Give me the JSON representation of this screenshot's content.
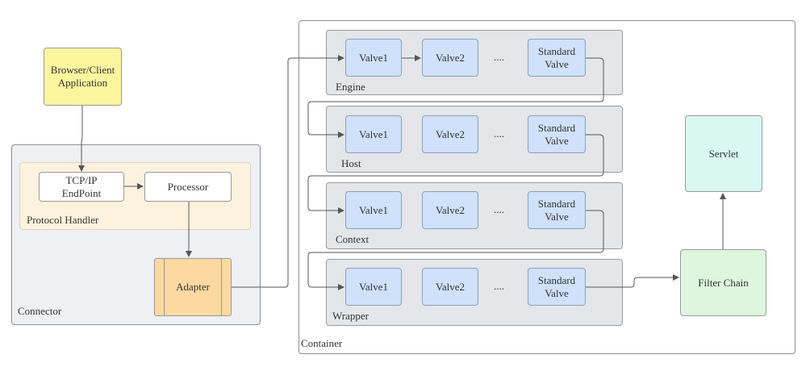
{
  "client": {
    "line1": "Browser/Client",
    "line2": "Application"
  },
  "connector": {
    "label": "Connector",
    "protocol_handler": {
      "label": "Protocol Handler",
      "endpoint_line1": "TCP/IP",
      "endpoint_line2": "EndPoint",
      "processor": "Processor"
    },
    "adapter": "Adapter"
  },
  "container": {
    "label": "Container",
    "pipelines": [
      {
        "name": "Engine",
        "valves": [
          "Valve1",
          "Valve2",
          "....",
          "Standard",
          "Valve"
        ]
      },
      {
        "name": "Host",
        "valves": [
          "Valve1",
          "Valve2",
          "....",
          "Standard",
          "Valve"
        ]
      },
      {
        "name": "Context",
        "valves": [
          "Valve1",
          "Valve2",
          "....",
          "Standard",
          "Valve"
        ]
      },
      {
        "name": "Wrapper",
        "valves": [
          "Valve1",
          "Valve2",
          "....",
          "Standard",
          "Valve"
        ]
      }
    ],
    "servlet": "Servlet",
    "filter_chain": "Filter Chain"
  },
  "colors": {
    "client_fill": "#fbf59e",
    "connector_fill": "#eef0f3",
    "protocol_fill": "#fdf2dd",
    "adapter_fill": "#fdd9a2",
    "pipeline_fill": "#e4e6ea",
    "valve_fill": "#cfe1fb",
    "servlet_fill": "#d9f8f2",
    "filter_fill": "#ddf6dd",
    "line": "#555555"
  }
}
